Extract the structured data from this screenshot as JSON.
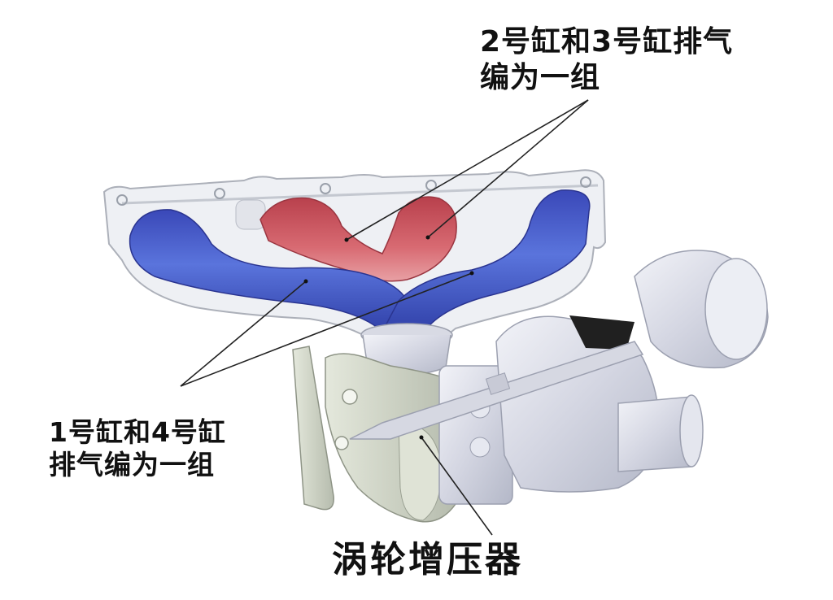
{
  "diagram": {
    "subject": "Twin-scroll exhaust manifold and turbocharger",
    "labels": {
      "cyl_2_3": {
        "line1": "2号缸和3号缸排气",
        "line2": "编为一组",
        "color": "#c8505a"
      },
      "cyl_1_4": {
        "line1": "1号缸和4号缸",
        "line2": "排气编为一组",
        "color": "#4a5cc8"
      },
      "turbo": {
        "text": "涡轮增压器"
      }
    },
    "colors": {
      "background": "#ffffff",
      "label_text": "#111111",
      "leader_line": "#222222",
      "red_runner": "#c8505a",
      "blue_runner": "#4a5cc8",
      "housing": "#d8dae6"
    }
  }
}
